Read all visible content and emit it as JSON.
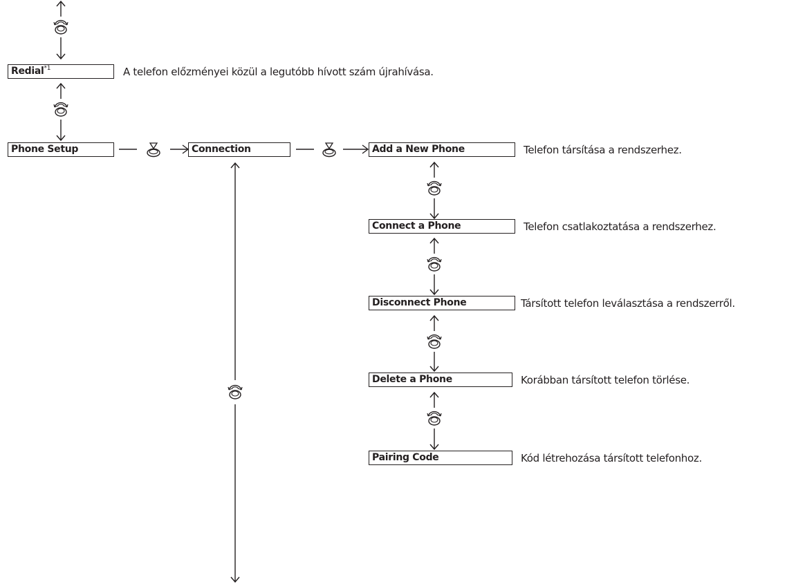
{
  "menu": {
    "redial": {
      "label": "Redial",
      "note_marker": "*1",
      "description": "A telefon előzményei közül a legutóbb hívott szám újrahívása."
    },
    "phone_setup": {
      "label": "Phone Setup"
    },
    "connection": {
      "label": "Connection"
    },
    "add_new_phone": {
      "label": "Add a New Phone",
      "description": "Telefon társítása a rendszerhez."
    },
    "connect_phone": {
      "label": "Connect a Phone",
      "description": "Telefon csatlakoztatása a rendszerhez."
    },
    "disconnect_phone": {
      "label": "Disconnect Phone",
      "description": "Társított telefon leválasztása a rendszerről."
    },
    "delete_phone": {
      "label": "Delete a Phone",
      "description": "Korábban társított telefon törlése."
    },
    "pairing_code": {
      "label": "Pairing Code",
      "description": "Kód létrehozása társított telefonhoz."
    }
  },
  "icons": {
    "rotate": "rotate-knob-icon",
    "press": "press-knob-icon"
  },
  "colors": {
    "line": "#231f20",
    "background": "#ffffff"
  }
}
